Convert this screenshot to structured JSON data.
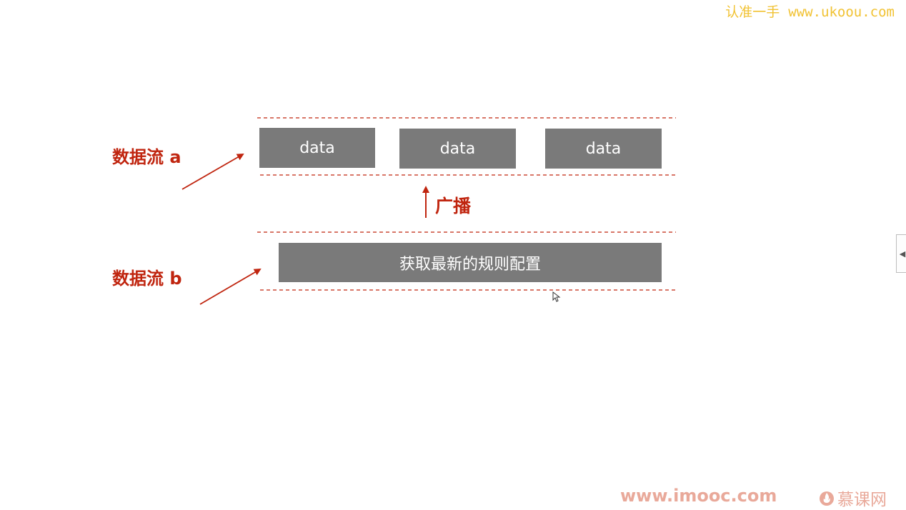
{
  "watermark": {
    "cn": "认准一手",
    "url": "www.ukoou.com"
  },
  "stream_a": {
    "label": "数据流 a",
    "boxes": [
      "data",
      "data",
      "data"
    ]
  },
  "broadcast": {
    "label": "广播"
  },
  "stream_b": {
    "label": "数据流 b",
    "box": "获取最新的规则配置"
  },
  "footer": {
    "url": "www.imooc.com",
    "brand": "慕课网"
  },
  "colors": {
    "accent_red": "#c0250f",
    "box_gray": "#7a7a7a",
    "watermark_yellow": "#f1c232",
    "footer_pink": "#e9a99a"
  },
  "icons": {
    "side_tab": "left-arrow-icon",
    "cursor": "mouse-cursor-icon",
    "brand": "flame-icon"
  }
}
